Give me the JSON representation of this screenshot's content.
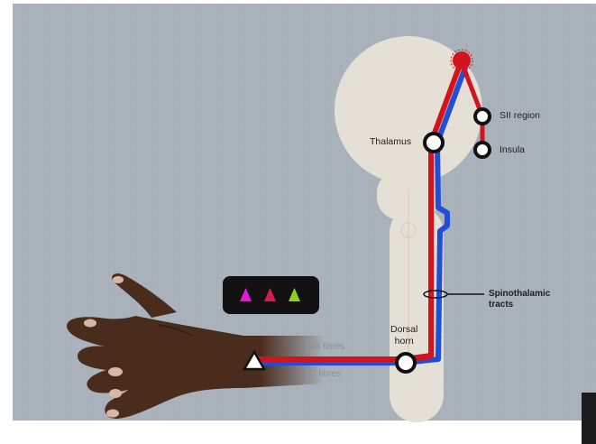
{
  "labels": {
    "thalamus": "Thalamus",
    "sii_region": "SII region",
    "insula": "Insula",
    "dorsal_horn": "Dorsal\nhorn",
    "spinothalamic": "Spinothalamic\ntracts",
    "a_delta": "Aδ fibres",
    "c_fibres": "C-fibres"
  },
  "legend_markers": [
    {
      "icon": "magenta-triangle-icon",
      "color": "#e21ad6"
    },
    {
      "icon": "crimson-triangle-icon",
      "color": "#d81b4e"
    },
    {
      "icon": "lime-triangle-icon",
      "color": "#8fd11b"
    }
  ],
  "colors": {
    "background": "#a9b2bb",
    "brain_silhouette": "#e4e0d6",
    "pathway_red": "#d3141c",
    "pathway_blue": "#1f4fd6",
    "skin": "#5a3624"
  }
}
